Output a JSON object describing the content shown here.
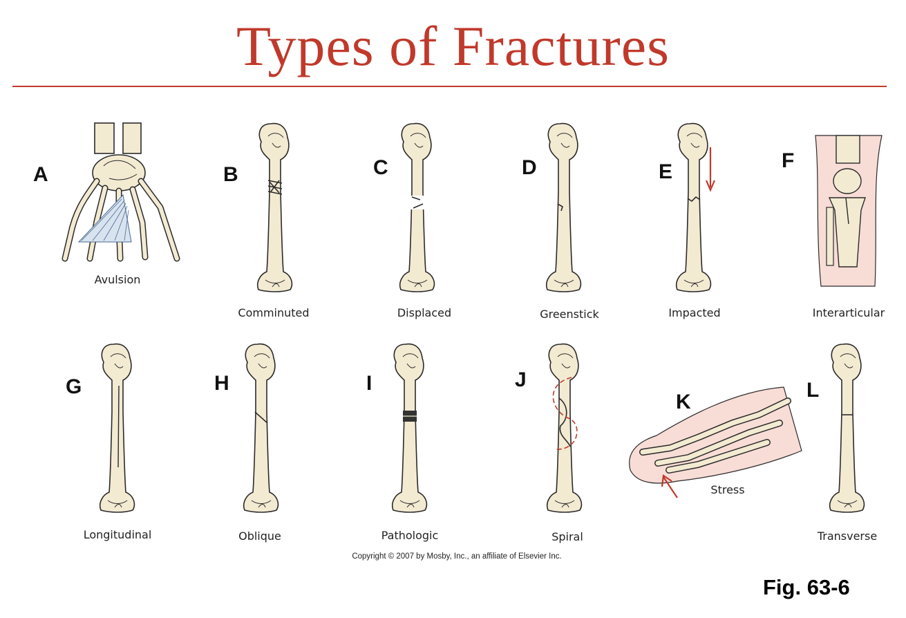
{
  "title": "Types of Fractures",
  "colors": {
    "accent": "#c0392b",
    "bone": "#f3ead2",
    "skin": "#f8dcd6",
    "outline": "#2a2a2a"
  },
  "panels": [
    {
      "letter": "A",
      "caption": "Avulsion"
    },
    {
      "letter": "B",
      "caption": "Comminuted"
    },
    {
      "letter": "C",
      "caption": "Displaced"
    },
    {
      "letter": "D",
      "caption": "Greenstick"
    },
    {
      "letter": "E",
      "caption": "Impacted"
    },
    {
      "letter": "F",
      "caption": "Interarticular"
    },
    {
      "letter": "G",
      "caption": "Longitudinal"
    },
    {
      "letter": "H",
      "caption": "Oblique"
    },
    {
      "letter": "I",
      "caption": "Pathologic"
    },
    {
      "letter": "J",
      "caption": "Spiral"
    },
    {
      "letter": "K",
      "caption": "Stress"
    },
    {
      "letter": "L",
      "caption": "Transverse"
    }
  ],
  "copyright": "Copyright © 2007 by Mosby, Inc., an affiliate of Elsevier Inc.",
  "figure_label": "Fig. 63-6"
}
